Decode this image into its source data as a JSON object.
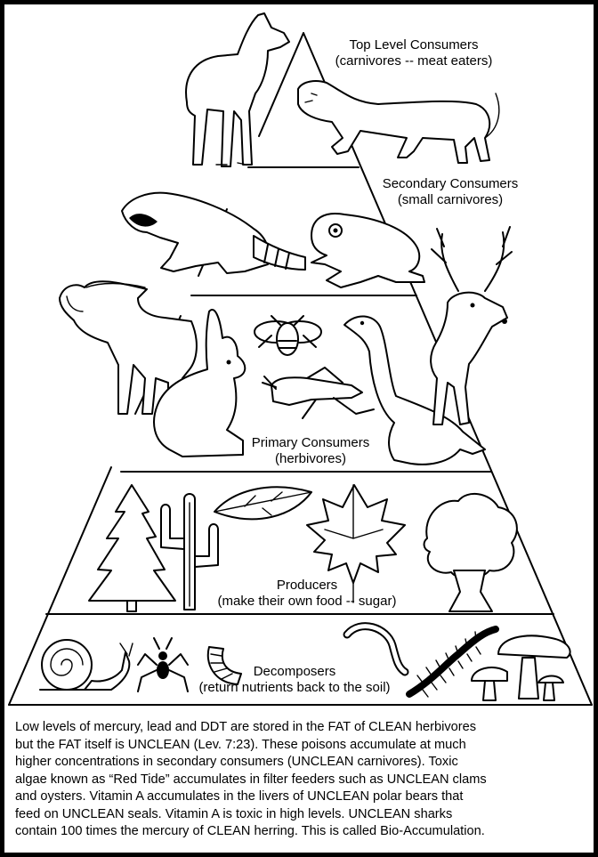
{
  "levels": {
    "top": {
      "title": "Top Level Consumers",
      "subtitle": "(carnivores -- meat eaters)"
    },
    "secondary": {
      "title": "Secondary Consumers",
      "subtitle": "(small carnivores)"
    },
    "primary": {
      "title": "Primary Consumers",
      "subtitle": "(herbivores)"
    },
    "producers": {
      "title": "Producers",
      "subtitle": "(make their own food -- sugar)"
    },
    "decomposers": {
      "title": "Decomposers",
      "subtitle": "(return nutrients back to the soil)"
    }
  },
  "illustrations": {
    "top": [
      "wolf-icon",
      "cougar-icon"
    ],
    "secondary": [
      "raccoon-icon",
      "frog-icon"
    ],
    "primary": [
      "wildebeest-icon",
      "rabbit-icon",
      "bee-icon",
      "grasshopper-icon",
      "goose-icon",
      "deer-icon"
    ],
    "producers": [
      "pine-tree-icon",
      "cactus-icon",
      "leaf-icon",
      "maple-leaf-icon",
      "oak-tree-icon"
    ],
    "decomposers": [
      "snail-icon",
      "spider-icon",
      "grub-icon",
      "worm-icon",
      "millipede-icon",
      "mushroom-icon"
    ]
  },
  "caption": {
    "lines": [
      "Low levels of mercury, lead and DDT are stored in the FAT of CLEAN herbivores",
      "but the FAT itself is UNCLEAN (Lev. 7:23).  These poisons accumulate at much",
      "higher concentrations in secondary consumers (UNCLEAN carnivores).  Toxic",
      "algae known as “Red Tide” accumulates in filter feeders such as UNCLEAN clams",
      "and oysters.  Vitamin A accumulates in the livers of UNCLEAN polar bears that",
      "feed on UNCLEAN seals.  Vitamin A is toxic in high levels.  UNCLEAN sharks",
      "contain 100 times the mercury of CLEAN herring.  This is called Bio-Accumulation."
    ]
  },
  "colors": {
    "border": "#000000",
    "background": "#ffffff",
    "ink": "#000000"
  }
}
